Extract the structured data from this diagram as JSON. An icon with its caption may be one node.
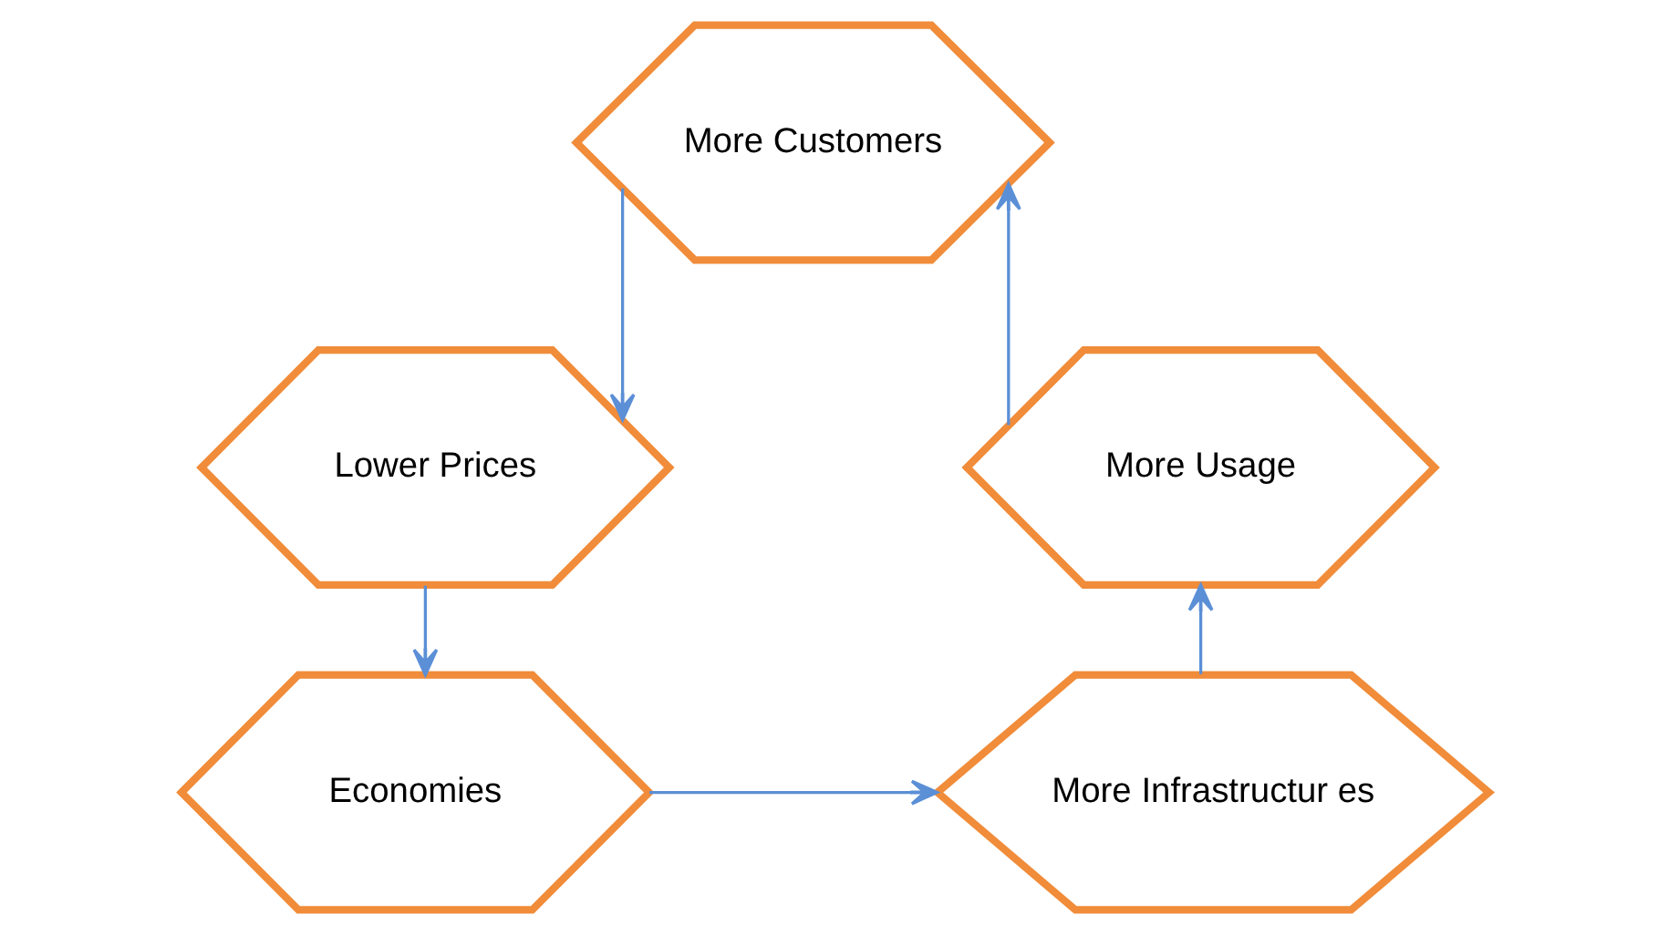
{
  "diagram": {
    "nodes": [
      {
        "text": [
          "More Customers"
        ]
      },
      {
        "text": [
          "Lower Prices"
        ]
      },
      {
        "text": [
          "Economies"
        ]
      },
      {
        "text": [
          "More Infrastructur es"
        ]
      },
      {
        "text": [
          "More Usage"
        ]
      }
    ],
    "edges": [
      {
        "from": 0,
        "to": 1,
        "arrow": "to"
      },
      {
        "from": 1,
        "to": 2,
        "arrow": "to"
      },
      {
        "from": 2,
        "to": 3,
        "arrow": "to"
      },
      {
        "from": 3,
        "to": 4,
        "arrow": "to"
      },
      {
        "from": 4,
        "to": 0,
        "arrow": "to"
      }
    ]
  }
}
